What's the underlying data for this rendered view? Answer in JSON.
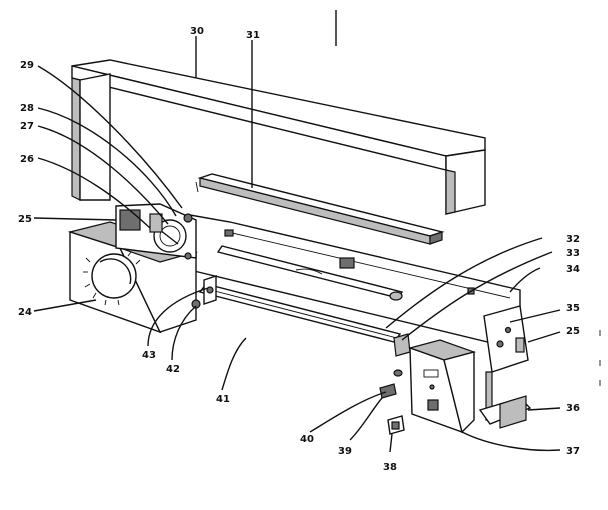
{
  "labels": {
    "l30": "30",
    "l31": "31",
    "l29": "29",
    "l28": "28",
    "l27": "27",
    "l26": "26",
    "l25a": "25",
    "l24": "24",
    "l32": "32",
    "l33": "33",
    "l34": "34",
    "l35": "35",
    "l25b": "25",
    "l36": "36",
    "l37": "37",
    "l38": "38",
    "l39": "39",
    "l40": "40",
    "l41": "41",
    "l42": "42",
    "l43": "43"
  }
}
